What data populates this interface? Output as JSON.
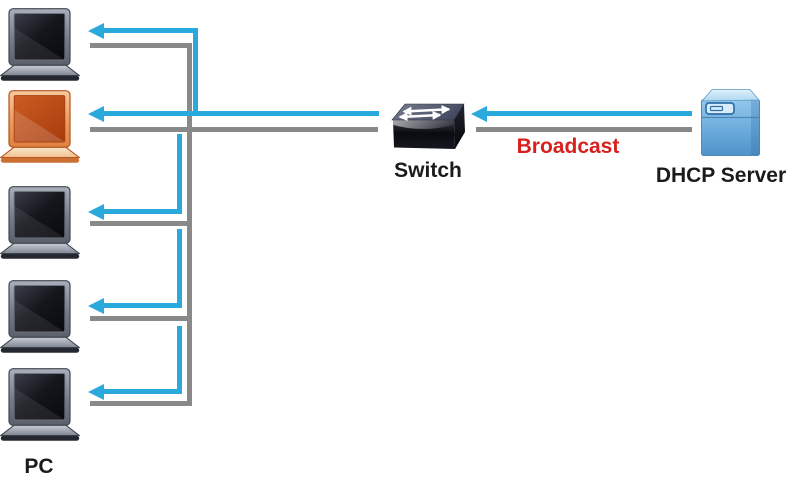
{
  "labels": {
    "switch": "Switch",
    "server": "DHCP Server",
    "broadcast": "Broadcast",
    "pc": "PC"
  },
  "colors": {
    "arrow-blue": "#2aa9dd",
    "wire-gray": "#898989",
    "broadcast-red": "#d6211f",
    "label-black": "#1b1b1b",
    "pc-highlight-orange": "#d8662c"
  },
  "pcs": [
    {
      "variant": "gray"
    },
    {
      "variant": "orange"
    },
    {
      "variant": "gray"
    },
    {
      "variant": "gray"
    },
    {
      "variant": "gray"
    }
  ]
}
